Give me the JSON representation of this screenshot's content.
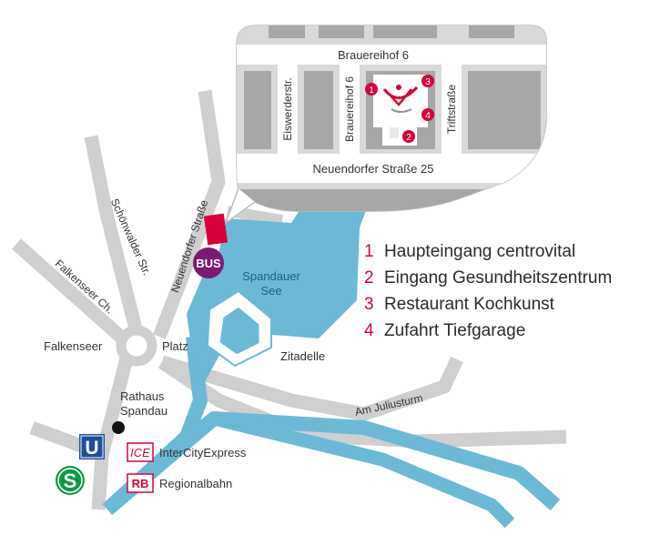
{
  "colors": {
    "water": "#6bb9d7",
    "water_dark": "#4e97b6",
    "road": "#cfcfcf",
    "accent": "#d8003a",
    "bus": "#7a1a72",
    "ubahn": "#1e4fa0",
    "sbahn": "#119948"
  },
  "map": {
    "streets": {
      "schoenwalder": "Schönwalder Str.",
      "neuendorfer_main": "Neuendorfer Straße",
      "falkenseer_ch": "Falkenseer Ch.",
      "am_juliusturm": "Am Juliusturm"
    },
    "places": {
      "falkenseer": "Falkenseer",
      "platz": "Platz",
      "spandauer": "Spandauer",
      "see": "See",
      "zitadelle": "Zitadelle",
      "rathaus": "Rathaus",
      "spandau": "Spandau"
    },
    "bus": "BUS",
    "ubahn": "U",
    "sbahn": "S",
    "ice": "ICE",
    "ice_label": "InterCityExpress",
    "rb": "RB",
    "rb_label": "Regionalbahn"
  },
  "inset": {
    "brauereihof_top": "Brauereihof 6",
    "eiswerder": "Eiswerderstr.",
    "brauereihof_vert": "Brauereihof 6",
    "triftstrasse": "Triftstraße",
    "neuendorfer": "Neuendorfer Straße 25",
    "markers": [
      "1",
      "2",
      "3",
      "4"
    ]
  },
  "legend": [
    {
      "num": "1",
      "label": "Haupteingang centrovital"
    },
    {
      "num": "2",
      "label": "Eingang Gesundheitszentrum"
    },
    {
      "num": "3",
      "label": "Restaurant Kochkunst"
    },
    {
      "num": "4",
      "label": "Zufahrt Tiefgarage"
    }
  ]
}
